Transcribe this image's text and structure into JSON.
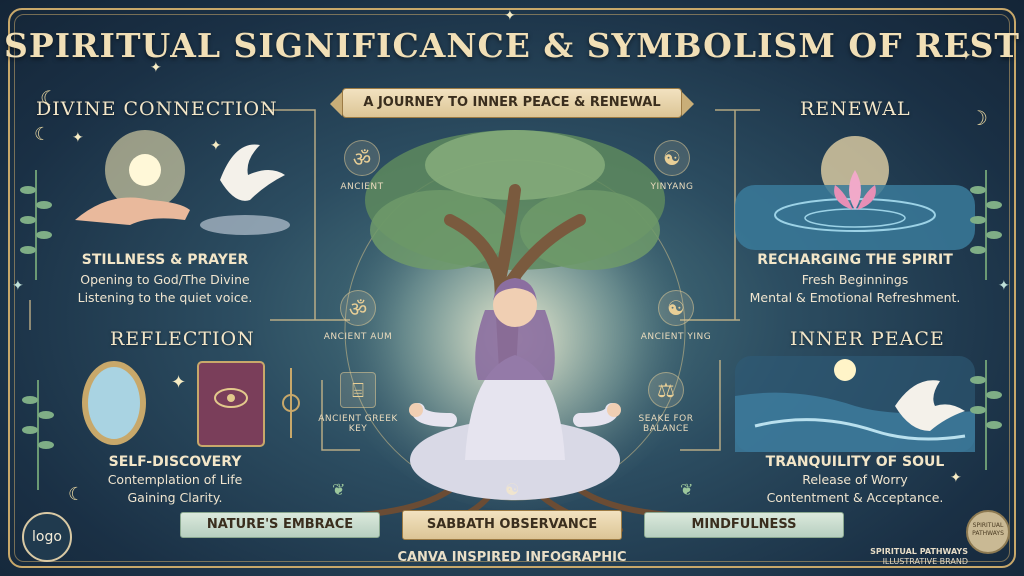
{
  "title": "Spiritual Significance & Symbolism of Rest",
  "subtitle": "A Journey to Inner Peace & Renewal",
  "sections": {
    "divine_connection": {
      "title": "Divine Connection",
      "subtitle": "Stillness & Prayer",
      "lines": [
        "Opening to God/The Divine",
        "Listening to the quiet voice."
      ]
    },
    "renewal": {
      "title": "Renewal",
      "subtitle": "Recharging the Spirit",
      "lines": [
        "Fresh Beginnings",
        "Mental & Emotional Refreshment."
      ]
    },
    "reflection": {
      "title": "Reflection",
      "subtitle": "Self-Discovery",
      "lines": [
        "Contemplation of Life",
        "Gaining Clarity."
      ]
    },
    "inner_peace": {
      "title": "Inner Peace",
      "subtitle": "Tranquility of Soul",
      "lines": [
        "Release of Worry",
        "Contentment & Acceptance."
      ]
    }
  },
  "symbols": {
    "top_left": {
      "label": "Ancient",
      "icon": "om-icon"
    },
    "top_right": {
      "label": "Yinyang",
      "icon": "yin-yang-icon"
    },
    "mid_left": {
      "label": "Ancient Aum",
      "icon": "om-icon"
    },
    "mid_right": {
      "label": "Ancient Ying",
      "icon": "yin-yang-icon"
    },
    "low_left": {
      "label": "Ancient Greek Key",
      "icon": "greek-key-icon"
    },
    "low_right": {
      "label": "Seake for Balance",
      "icon": "scales-icon"
    }
  },
  "bottom_bar": {
    "left": "Nature's Embrace",
    "center": "Sabbath Observance",
    "right": "Mindfulness"
  },
  "footer": "Canva Inspired Infographic",
  "logo": "logo",
  "brand": {
    "line1": "Spiritual Pathways",
    "line2": "Illustrative Brand"
  },
  "seal": {
    "line1": "Spiritual",
    "line2": "Pathways"
  },
  "colors": {
    "gold": "#c8a86a",
    "cream": "#f3e6c8",
    "navy": "#1d3548",
    "teal": "#4f7c84"
  }
}
